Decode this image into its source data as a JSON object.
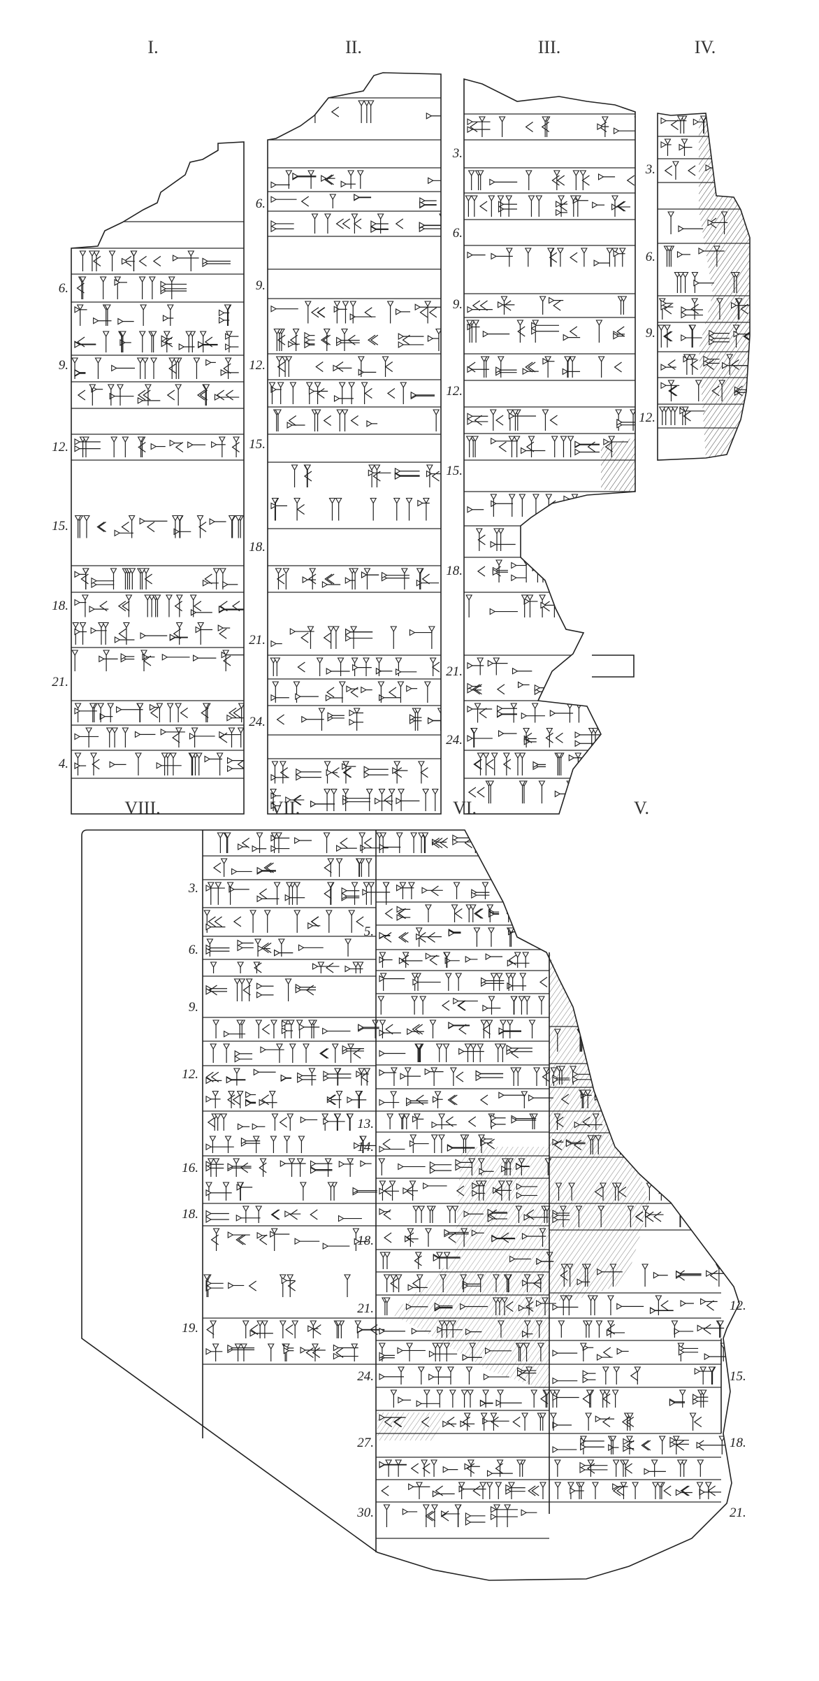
{
  "plate": {
    "upper_columns": [
      {
        "label": "I.",
        "line_numbers": [
          "6.",
          "9.",
          "12.",
          "15.",
          "18.",
          "21.",
          "4."
        ]
      },
      {
        "label": "II.",
        "line_numbers": [
          "6.",
          "9.",
          "12.",
          "15.",
          "18.",
          "21.",
          "24."
        ]
      },
      {
        "label": "III.",
        "line_numbers": [
          "3.",
          "6.",
          "9.",
          "12.",
          "15.",
          "18.",
          "21.",
          "24."
        ]
      },
      {
        "label": "IV.",
        "line_numbers": [
          "3.",
          "6.",
          "9.",
          "12."
        ]
      }
    ],
    "lower_columns": [
      {
        "label": "VIII.",
        "line_numbers": []
      },
      {
        "label": "VII.",
        "line_numbers": [
          "3.",
          "6.",
          "9.",
          "12.",
          "16.",
          "18.",
          "19."
        ]
      },
      {
        "label": "VI.",
        "line_numbers": [
          "5.",
          "13.",
          "14.",
          "18.",
          "21.",
          "24.",
          "27.",
          "30."
        ]
      },
      {
        "label": "V.",
        "line_numbers": [
          "12.",
          "15.",
          "18.",
          "21."
        ]
      }
    ]
  }
}
